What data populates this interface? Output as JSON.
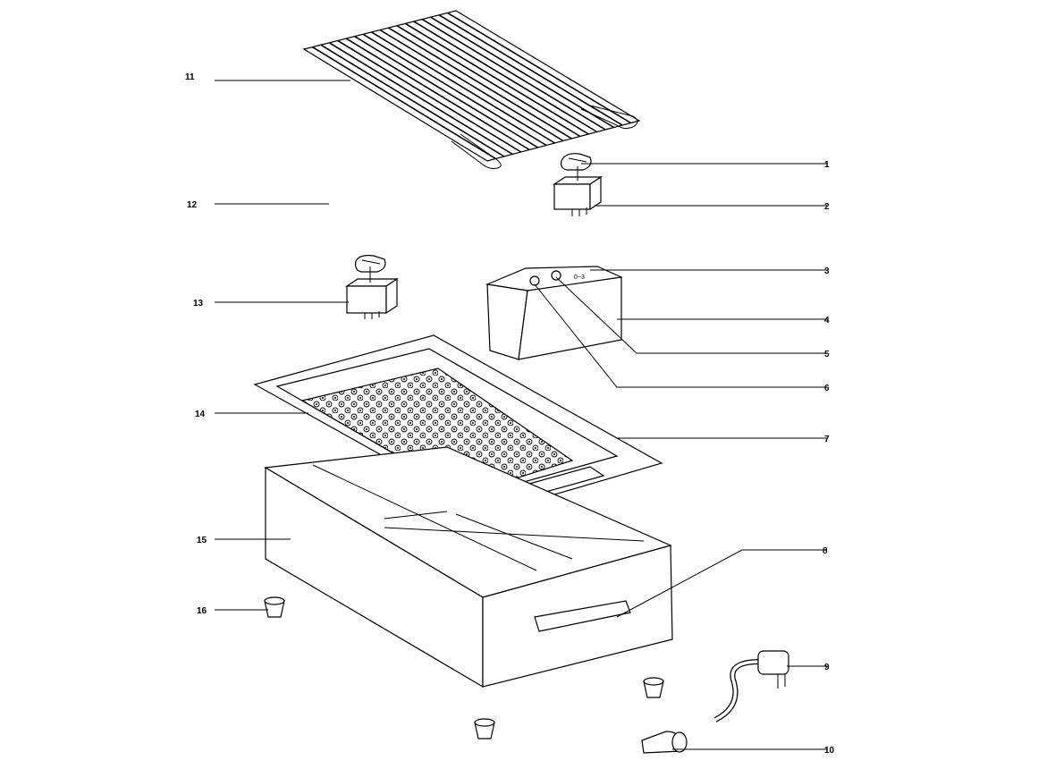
{
  "callouts": [
    {
      "id": "1"
    },
    {
      "id": "2"
    },
    {
      "id": "3"
    },
    {
      "id": "4"
    },
    {
      "id": "5"
    },
    {
      "id": "6"
    },
    {
      "id": "7"
    },
    {
      "id": "8"
    },
    {
      "id": "9"
    },
    {
      "id": "10"
    },
    {
      "id": "11"
    },
    {
      "id": "12"
    },
    {
      "id": "13"
    },
    {
      "id": "14"
    },
    {
      "id": "15"
    },
    {
      "id": "16"
    }
  ],
  "control_box_marking": "0~3",
  "colors": {
    "line": "#000000",
    "background": "#ffffff"
  }
}
